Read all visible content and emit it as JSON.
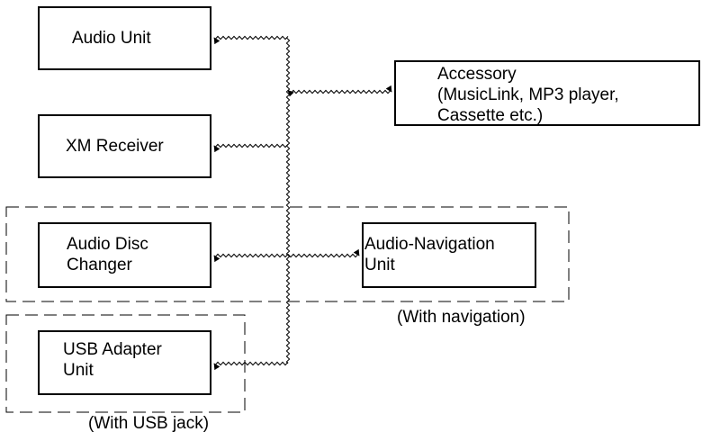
{
  "units": {
    "audio_unit": "Audio Unit",
    "xm_receiver": "XM Receiver",
    "accessory_line1": "Accessory",
    "accessory_line2": "(MusicLink, MP3 player,",
    "accessory_line3": "Cassette etc.)",
    "disc_changer_line1": "Audio Disc",
    "disc_changer_line2": "Changer",
    "audio_nav_line1": "Audio-Navigation",
    "audio_nav_line2": "Unit",
    "usb_adapter_line1": "USB Adapter",
    "usb_adapter_line2": "Unit"
  },
  "captions": {
    "with_navigation": "(With navigation)",
    "with_usb_jack": "(With USB jack)"
  }
}
